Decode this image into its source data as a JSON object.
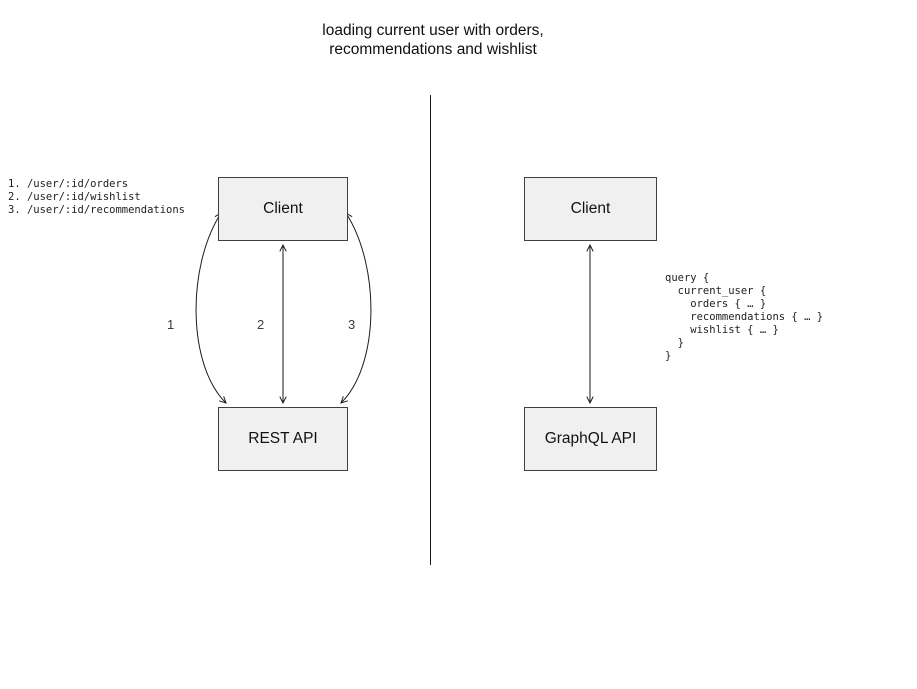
{
  "title": {
    "line1": "loading current user with orders,",
    "line2": "recommendations and wishlist"
  },
  "rest": {
    "client_label": "Client",
    "api_label": "REST API",
    "endpoints": [
      "1. /user/:id/orders",
      "2. /user/:id/wishlist",
      "3. /user/:id/recommendations"
    ],
    "arrow_labels": [
      "1",
      "2",
      "3"
    ]
  },
  "graphql": {
    "client_label": "Client",
    "api_label": "GraphQL API",
    "query": "query {\n  current_user {\n    orders { … }\n    recommendations { … }\n    wishlist { … }\n  }\n}"
  },
  "colors": {
    "box_fill": "#f0f0f0",
    "box_border": "#3f3f3f",
    "line": "#1a1a1a",
    "text": "#111111"
  }
}
